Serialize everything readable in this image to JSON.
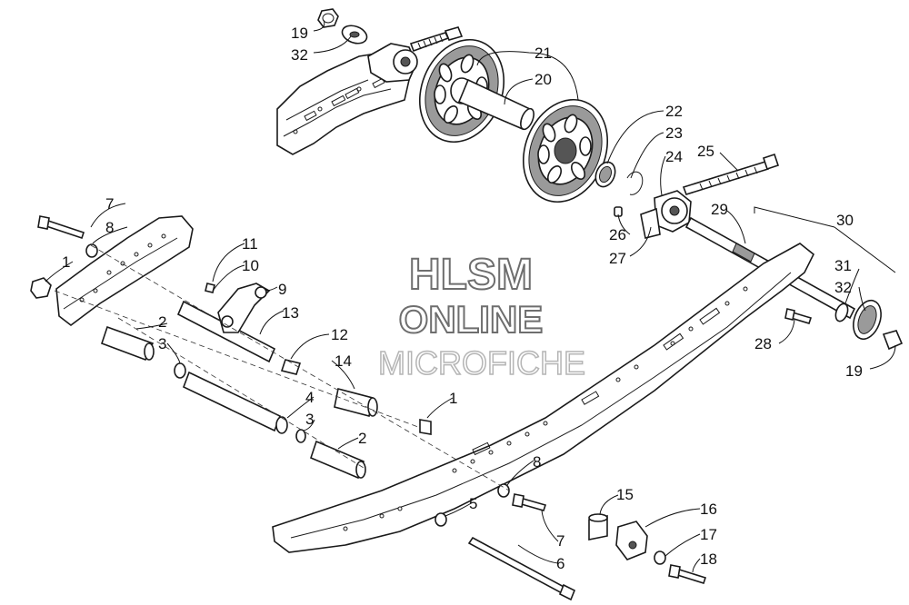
{
  "watermark": {
    "line1": "HLSM",
    "line2": "ONLINE",
    "line3": "MICROFICHE"
  },
  "callouts": [
    "19",
    "32",
    "21",
    "20",
    "22",
    "23",
    "24",
    "25",
    "29",
    "30",
    "26",
    "27",
    "31",
    "32",
    "28",
    "19",
    "7",
    "8",
    "1",
    "11",
    "10",
    "9",
    "13",
    "2",
    "3",
    "12",
    "14",
    "4",
    "3",
    "2",
    "1",
    "8",
    "5",
    "7",
    "6",
    "15",
    "16",
    "17",
    "18"
  ],
  "colors": {
    "background": "#ffffff",
    "line": "#1a1a1a",
    "shade": "#9a9a9a"
  }
}
